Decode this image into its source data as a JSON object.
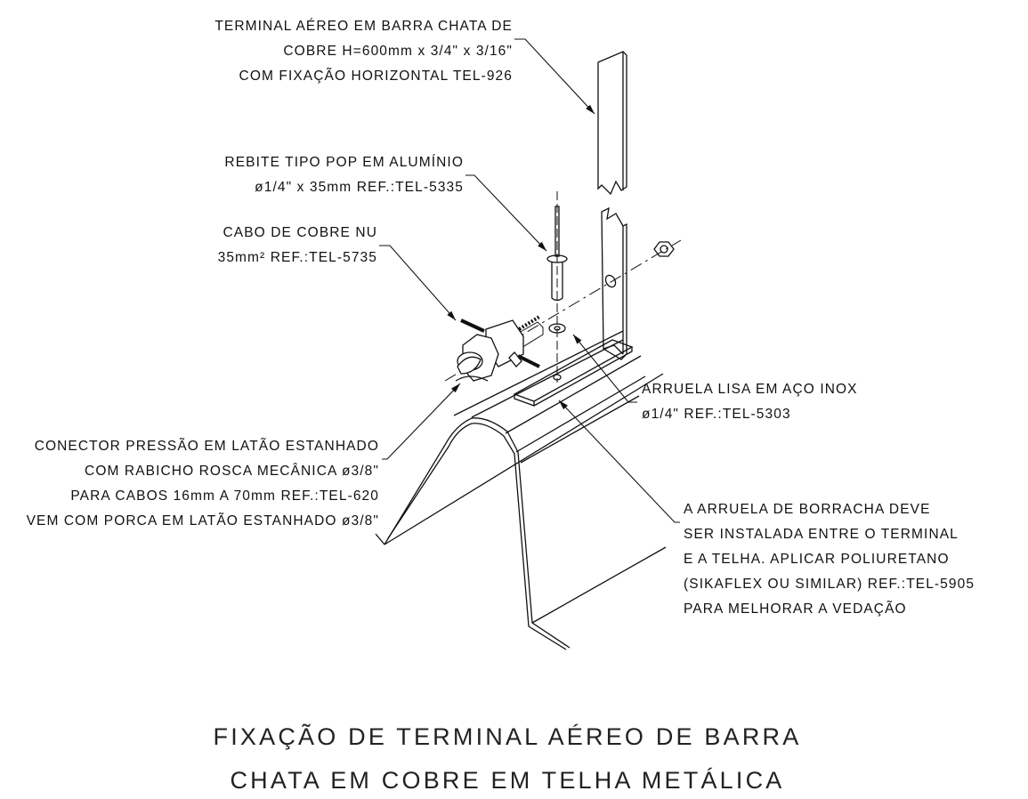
{
  "labels": {
    "terminal": [
      "TERMINAL AÉREO EM BARRA CHATA DE",
      "COBRE H=600mm x 3/4\" x 3/16\"",
      "COM FIXAÇÃO HORIZONTAL TEL-926"
    ],
    "rebite": [
      "REBITE TIPO POP EM ALUMÍNIO",
      "ø1/4\" x 35mm REF.:TEL-5335"
    ],
    "cabo": [
      "CABO DE COBRE NU",
      "35mm² REF.:TEL-5735"
    ],
    "conector": [
      "CONECTOR PRESSÃO EM LATÃO ESTANHADO",
      "COM RABICHO ROSCA MECÂNICA ø3/8\"",
      "PARA CABOS 16mm A 70mm REF.:TEL-620",
      "VEM COM PORCA EM LATÃO ESTANHADO ø3/8\""
    ],
    "arruela_lisa": [
      "ARRUELA LISA EM AÇO INOX",
      "ø1/4\" REF.:TEL-5303"
    ],
    "arruela_borracha": [
      "A ARRUELA DE BORRACHA DEVE",
      "SER INSTALADA ENTRE O TERMINAL",
      "E A TELHA. APLICAR POLIURETANO",
      "(SIKAFLEX OU SIMILAR) REF.:TEL-5905",
      "PARA MELHORAR A VEDAÇÃO"
    ]
  },
  "title": [
    "FIXAÇÃO DE TERMINAL AÉREO DE BARRA",
    "CHATA EM COBRE EM TELHA METÁLICA"
  ]
}
